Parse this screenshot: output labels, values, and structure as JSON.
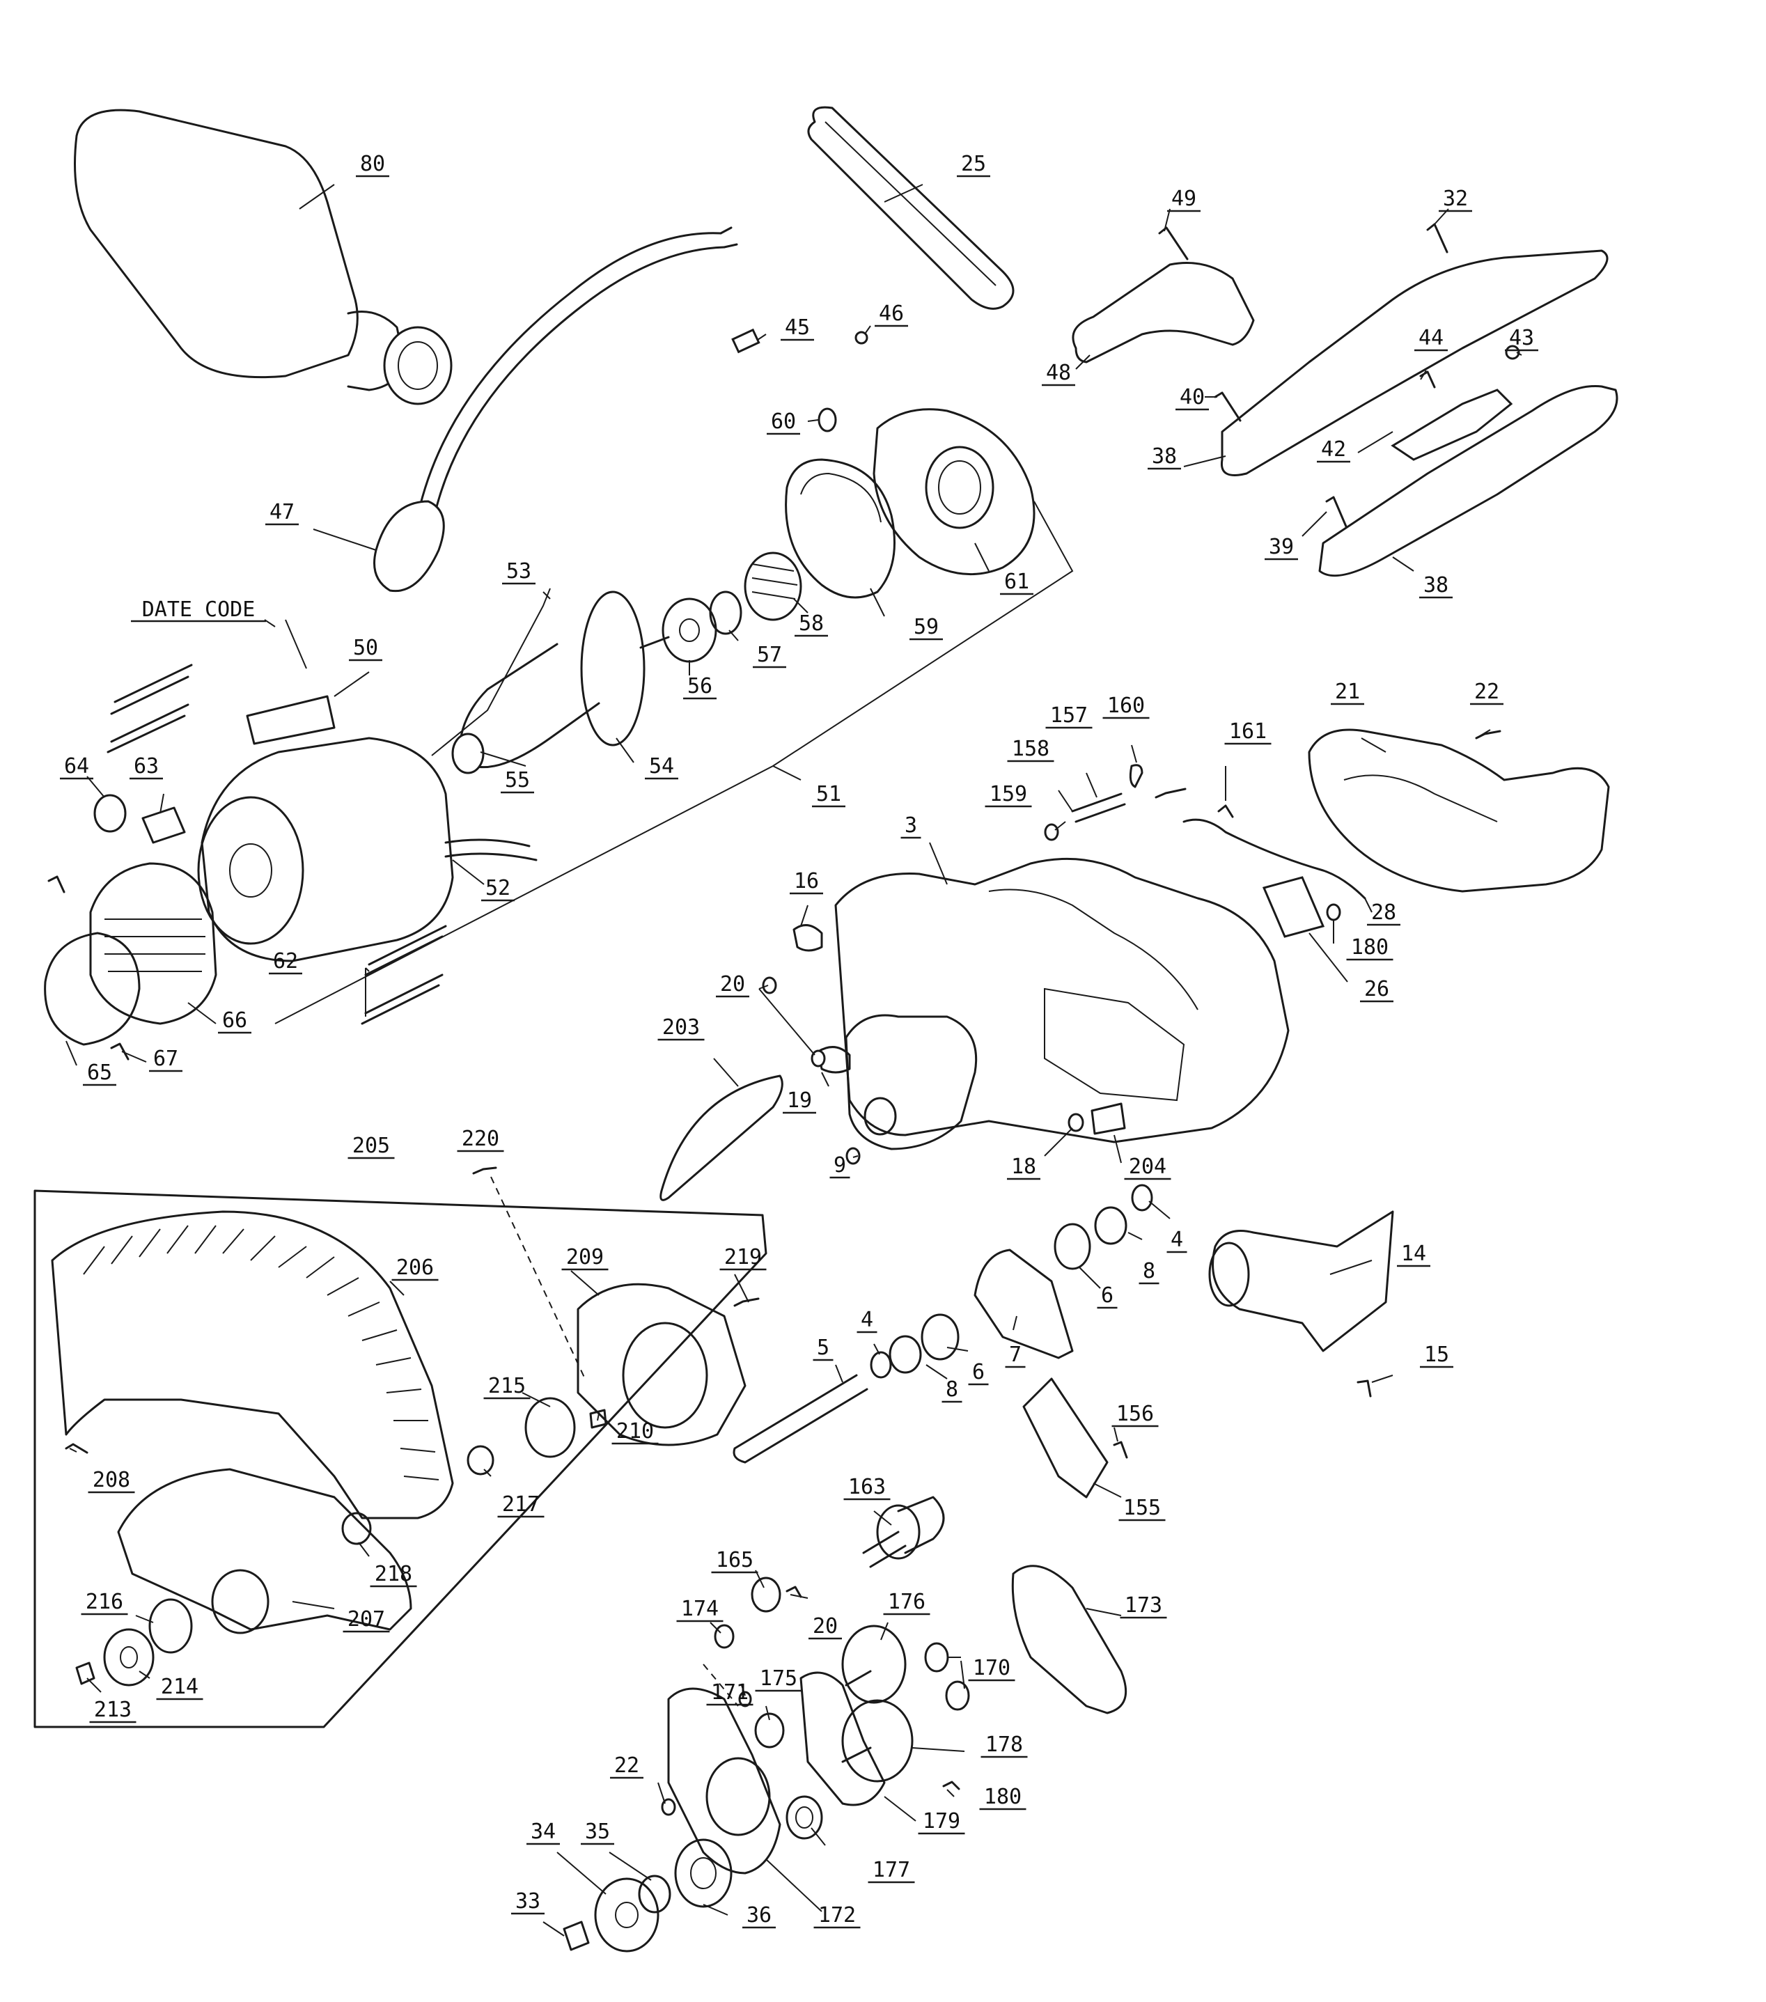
{
  "date_code_label": "DATE CODE",
  "callouts": [
    {
      "id": "80",
      "text": "80"
    },
    {
      "id": "25",
      "text": "25"
    },
    {
      "id": "49",
      "text": "49"
    },
    {
      "id": "32",
      "text": "32"
    },
    {
      "id": "45",
      "text": "45"
    },
    {
      "id": "46",
      "text": "46"
    },
    {
      "id": "48",
      "text": "48"
    },
    {
      "id": "44",
      "text": "44"
    },
    {
      "id": "43",
      "text": "43"
    },
    {
      "id": "40",
      "text": "40"
    },
    {
      "id": "60",
      "text": "60"
    },
    {
      "id": "38a",
      "text": "38"
    },
    {
      "id": "42",
      "text": "42"
    },
    {
      "id": "47",
      "text": "47"
    },
    {
      "id": "39",
      "text": "39"
    },
    {
      "id": "53",
      "text": "53"
    },
    {
      "id": "61",
      "text": "61"
    },
    {
      "id": "38b",
      "text": "38"
    },
    {
      "id": "58",
      "text": "58"
    },
    {
      "id": "59",
      "text": "59"
    },
    {
      "id": "50",
      "text": "50"
    },
    {
      "id": "57",
      "text": "57"
    },
    {
      "id": "56",
      "text": "56"
    },
    {
      "id": "160",
      "text": "160"
    },
    {
      "id": "157",
      "text": "157"
    },
    {
      "id": "21",
      "text": "21"
    },
    {
      "id": "22a",
      "text": "22"
    },
    {
      "id": "161",
      "text": "161"
    },
    {
      "id": "158",
      "text": "158"
    },
    {
      "id": "64",
      "text": "64"
    },
    {
      "id": "63",
      "text": "63"
    },
    {
      "id": "54",
      "text": "54"
    },
    {
      "id": "55",
      "text": "55"
    },
    {
      "id": "51",
      "text": "51"
    },
    {
      "id": "159",
      "text": "159"
    },
    {
      "id": "3",
      "text": "3"
    },
    {
      "id": "52",
      "text": "52"
    },
    {
      "id": "16",
      "text": "16"
    },
    {
      "id": "28",
      "text": "28"
    },
    {
      "id": "62",
      "text": "62"
    },
    {
      "id": "180a",
      "text": "180"
    },
    {
      "id": "20a",
      "text": "20"
    },
    {
      "id": "66",
      "text": "66"
    },
    {
      "id": "26",
      "text": "26"
    },
    {
      "id": "203",
      "text": "203"
    },
    {
      "id": "65",
      "text": "65"
    },
    {
      "id": "67",
      "text": "67"
    },
    {
      "id": "19",
      "text": "19"
    },
    {
      "id": "205",
      "text": "205"
    },
    {
      "id": "220",
      "text": "220"
    },
    {
      "id": "9",
      "text": "9"
    },
    {
      "id": "18",
      "text": "18"
    },
    {
      "id": "204",
      "text": "204"
    },
    {
      "id": "4a",
      "text": "4"
    },
    {
      "id": "206",
      "text": "206"
    },
    {
      "id": "209",
      "text": "209"
    },
    {
      "id": "219",
      "text": "219"
    },
    {
      "id": "14",
      "text": "14"
    },
    {
      "id": "8a",
      "text": "8"
    },
    {
      "id": "6a",
      "text": "6"
    },
    {
      "id": "4b",
      "text": "4"
    },
    {
      "id": "5",
      "text": "5"
    },
    {
      "id": "7",
      "text": "7"
    },
    {
      "id": "6b",
      "text": "6"
    },
    {
      "id": "15",
      "text": "15"
    },
    {
      "id": "8b",
      "text": "8"
    },
    {
      "id": "215",
      "text": "215"
    },
    {
      "id": "210",
      "text": "210"
    },
    {
      "id": "156",
      "text": "156"
    },
    {
      "id": "208",
      "text": "208"
    },
    {
      "id": "217",
      "text": "217"
    },
    {
      "id": "163",
      "text": "163"
    },
    {
      "id": "155",
      "text": "155"
    },
    {
      "id": "218",
      "text": "218"
    },
    {
      "id": "165",
      "text": "165"
    },
    {
      "id": "176",
      "text": "176"
    },
    {
      "id": "216",
      "text": "216"
    },
    {
      "id": "207",
      "text": "207"
    },
    {
      "id": "174",
      "text": "174"
    },
    {
      "id": "20b",
      "text": "20"
    },
    {
      "id": "173",
      "text": "173"
    },
    {
      "id": "170",
      "text": "170"
    },
    {
      "id": "214",
      "text": "214"
    },
    {
      "id": "175",
      "text": "175"
    },
    {
      "id": "171",
      "text": "171"
    },
    {
      "id": "213",
      "text": "213"
    },
    {
      "id": "178",
      "text": "178"
    },
    {
      "id": "22b",
      "text": "22"
    },
    {
      "id": "180b",
      "text": "180"
    },
    {
      "id": "35",
      "text": "35"
    },
    {
      "id": "34",
      "text": "34"
    },
    {
      "id": "179",
      "text": "179"
    },
    {
      "id": "177",
      "text": "177"
    },
    {
      "id": "33",
      "text": "33"
    },
    {
      "id": "36",
      "text": "36"
    },
    {
      "id": "172",
      "text": "172"
    }
  ]
}
